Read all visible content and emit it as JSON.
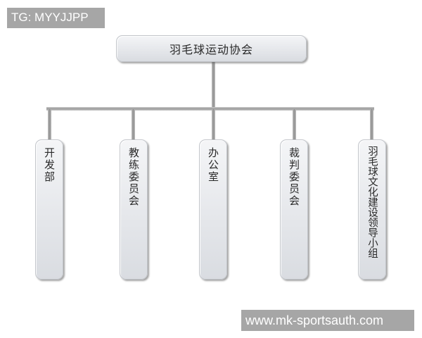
{
  "watermarks": {
    "top": "TG: MYYJJPP",
    "bottom": "www.mk-sportsauth.com"
  },
  "org_chart": {
    "root": {
      "label": "羽毛球运动协会"
    },
    "children": [
      {
        "label": "开发部"
      },
      {
        "label": "教练委员会"
      },
      {
        "label": "办公室"
      },
      {
        "label": "裁判委员会"
      },
      {
        "label": "羽毛球文化建设领导小组"
      }
    ]
  },
  "colors": {
    "box_fill": "#e6e8eb",
    "box_border": "#c2c5ca",
    "connector": "#a0a0a0",
    "watermark_bg": "#a6a6a6",
    "watermark_text": "#ffffff"
  }
}
